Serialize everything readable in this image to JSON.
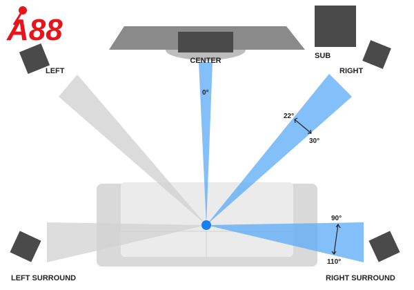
{
  "logo": {
    "text": "A88",
    "color": "#e8141b"
  },
  "labels": {
    "center": "CENTER",
    "sub": "SUB",
    "left": "LEFT",
    "right": "RIGHT",
    "left_surround": "LEFT SURROUND",
    "right_surround": "RIGHT SURROUND"
  },
  "angles": {
    "center": "0°",
    "front_min": "22°",
    "front_max": "30°",
    "surround_min": "90°",
    "surround_max": "110°"
  },
  "colors": {
    "active_beam": "#5aa9f5",
    "inactive_beam": "#d2d2d2",
    "speaker": "#4a4a4a",
    "tv": "#8a8a8a",
    "sofa": "#d9d9d9",
    "listener": "#1a7ff0"
  }
}
